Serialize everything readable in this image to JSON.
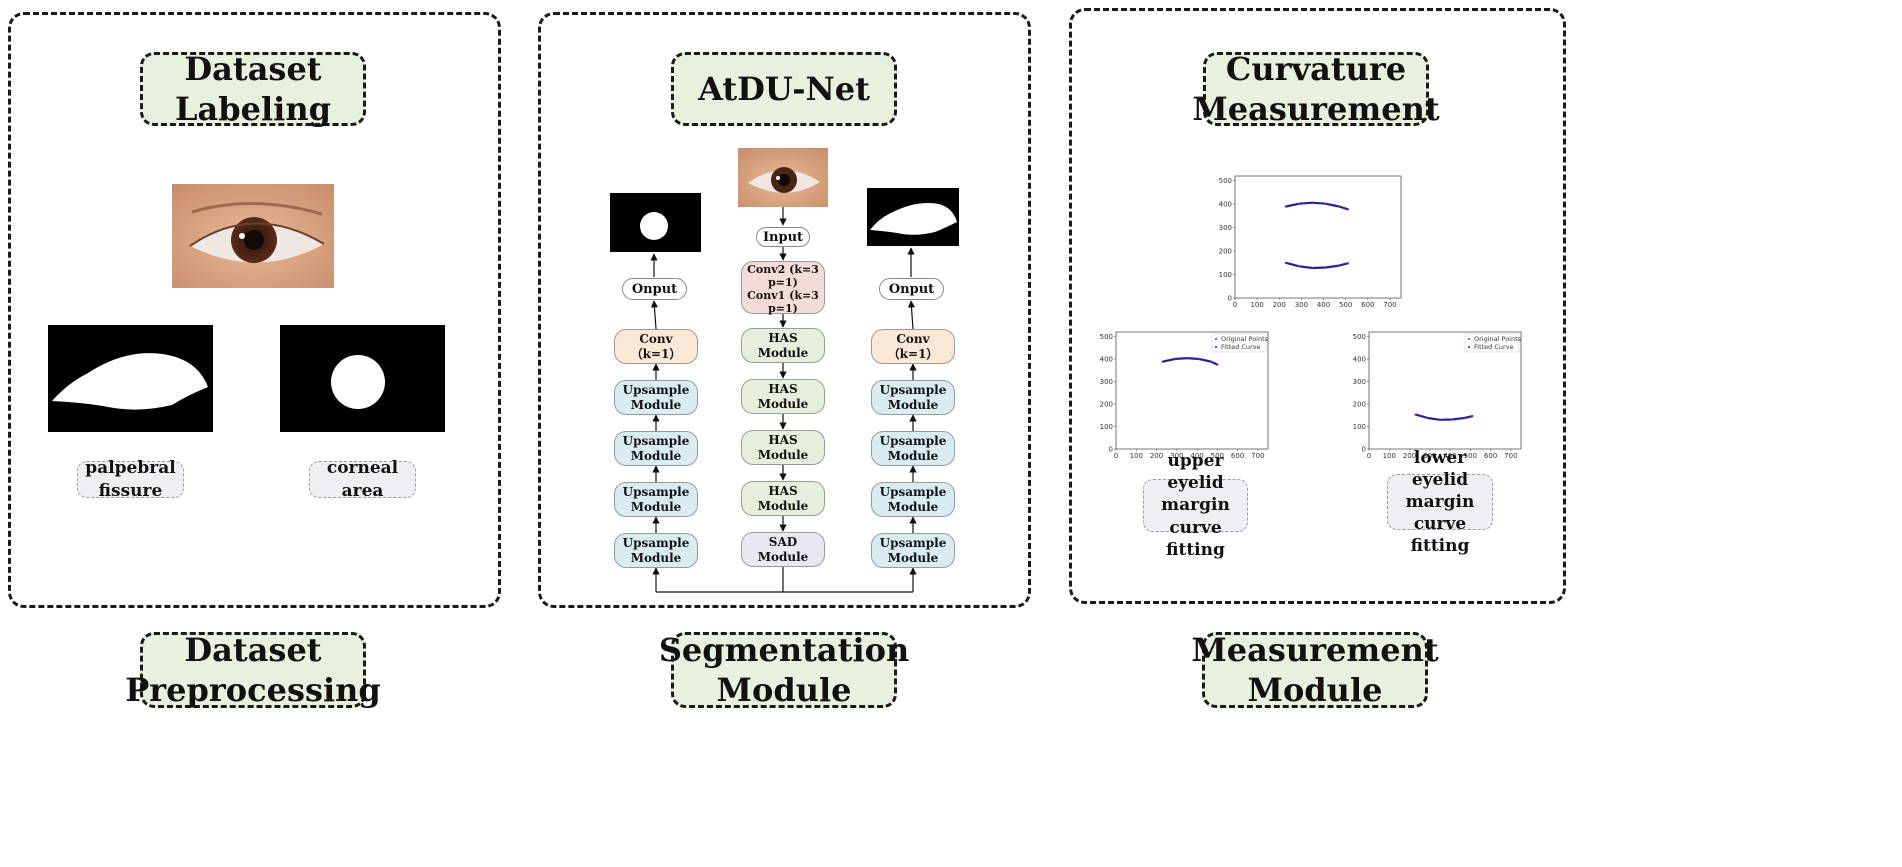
{
  "panels": {
    "preprocessing": {
      "top_title": "Dataset Labeling",
      "bottom_title": "Dataset\nPreprocessing",
      "label_left": "palpebral\nfissure",
      "label_right": "corneal area"
    },
    "segmentation": {
      "top_title": "AtDU-Net",
      "bottom_title": "Segmentation\nModule",
      "input_label": "Input",
      "encoder_labels": [
        "Conv2 (k=3\np=1)",
        "Conv1 (k=3\np=1)"
      ],
      "has_labels": [
        "HAS\nModule",
        "HAS\nModule",
        "HAS\nModule",
        "HAS\nModule"
      ],
      "sad_label": "SAD\nModule",
      "left_branch": {
        "output_label": "Onput",
        "conv_label": "Conv\n（k=1）",
        "upsample_labels": [
          "Upsample\nModule",
          "Upsample\nModule",
          "Upsample\nModule",
          "Upsample\nModule"
        ]
      },
      "right_branch": {
        "output_label": "Onput",
        "conv_label": "Conv\n（k=1）",
        "upsample_labels": [
          "Upsample\nModule",
          "Upsample\nModule",
          "Upsample\nModule",
          "Upsample\nModule"
        ]
      }
    },
    "measurement": {
      "top_title": "Curvature\nMeasurement",
      "bottom_title": "Measurement\nModule",
      "label_left": "upper eyelid\nmargin curve\nfitting",
      "label_right": "lower eyelid\nmargin curve\nfitting"
    }
  },
  "chart_data": [
    {
      "type": "line",
      "x_ticks": [
        0,
        100,
        200,
        300,
        400,
        500,
        600,
        700
      ],
      "y_ticks": [
        0,
        100,
        200,
        300,
        400,
        500
      ],
      "xlim": [
        0,
        750
      ],
      "ylim": [
        0,
        520
      ],
      "series": [
        {
          "x": [
            230,
            290,
            350,
            410,
            470,
            510
          ],
          "y": [
            390,
            402,
            406,
            402,
            390,
            378
          ]
        },
        {
          "x": [
            230,
            290,
            350,
            410,
            470,
            510
          ],
          "y": [
            150,
            135,
            128,
            130,
            138,
            148
          ]
        }
      ],
      "colors": [
        "#1f1fa8",
        "#d02020"
      ]
    },
    {
      "type": "line",
      "x_ticks": [
        0,
        100,
        200,
        300,
        400,
        500,
        600,
        700
      ],
      "y_ticks": [
        0,
        100,
        200,
        300,
        400,
        500
      ],
      "xlim": [
        0,
        750
      ],
      "ylim": [
        0,
        520
      ],
      "legend": [
        "Original Points",
        "Fitted Curve"
      ],
      "series": [
        {
          "x": [
            230,
            290,
            350,
            410,
            470,
            500
          ],
          "y": [
            388,
            400,
            404,
            400,
            388,
            375
          ]
        }
      ],
      "colors": [
        "#d02020",
        "#1f1fa8"
      ]
    },
    {
      "type": "line",
      "x_ticks": [
        0,
        100,
        200,
        300,
        400,
        500,
        600,
        700
      ],
      "y_ticks": [
        0,
        100,
        200,
        300,
        400,
        500
      ],
      "xlim": [
        0,
        750
      ],
      "ylim": [
        0,
        520
      ],
      "legend": [
        "Original Points",
        "Fitted Curve"
      ],
      "series": [
        {
          "x": [
            230,
            290,
            350,
            410,
            470,
            510
          ],
          "y": [
            153,
            138,
            130,
            131,
            138,
            146
          ]
        }
      ],
      "colors": [
        "#d02020",
        "#1f1fa8"
      ]
    }
  ]
}
